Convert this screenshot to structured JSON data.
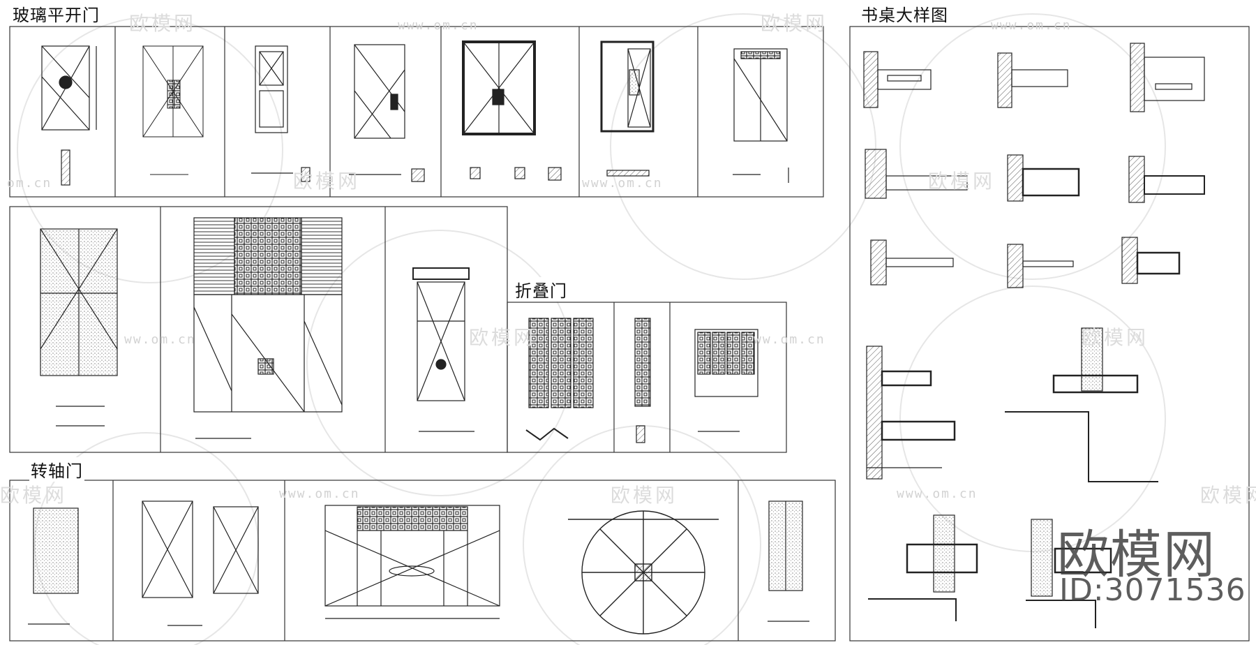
{
  "sections": {
    "glass_swing_door": "玻璃平开门",
    "desk_detail": "书桌大样图",
    "folding_door": "折叠门",
    "pivot_door": "转轴门"
  },
  "watermark": {
    "brand": "欧模网",
    "url": "www.om.cn",
    "url_partial_left": "om.cn",
    "url_partial_a": "www.om.cn",
    "url_partial_b": "ww.om.cn"
  },
  "brand_logo": "欧模网",
  "brand_id": "ID:3071536",
  "colors": {
    "line": "#222222",
    "frame": "#333333",
    "watermark": "#dcdcdc",
    "hatch": "#555555"
  }
}
